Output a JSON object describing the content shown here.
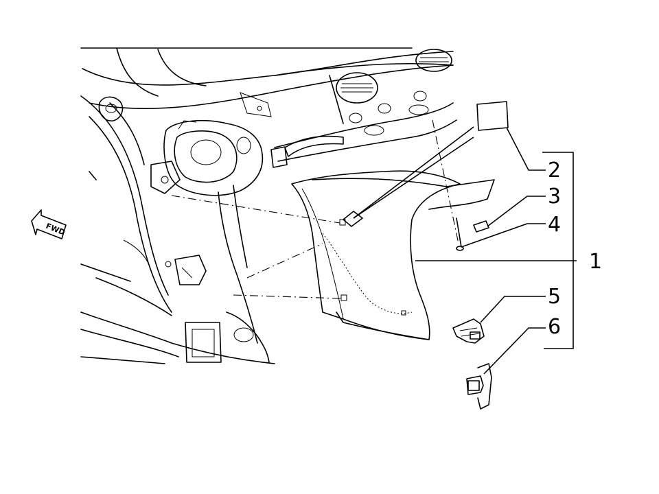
{
  "direction_label": "FWD",
  "callouts": [
    {
      "id": "2",
      "label": "2"
    },
    {
      "id": "3",
      "label": "3"
    },
    {
      "id": "4",
      "label": "4"
    },
    {
      "id": "1",
      "label": "1"
    },
    {
      "id": "5",
      "label": "5"
    },
    {
      "id": "6",
      "label": "6"
    }
  ]
}
